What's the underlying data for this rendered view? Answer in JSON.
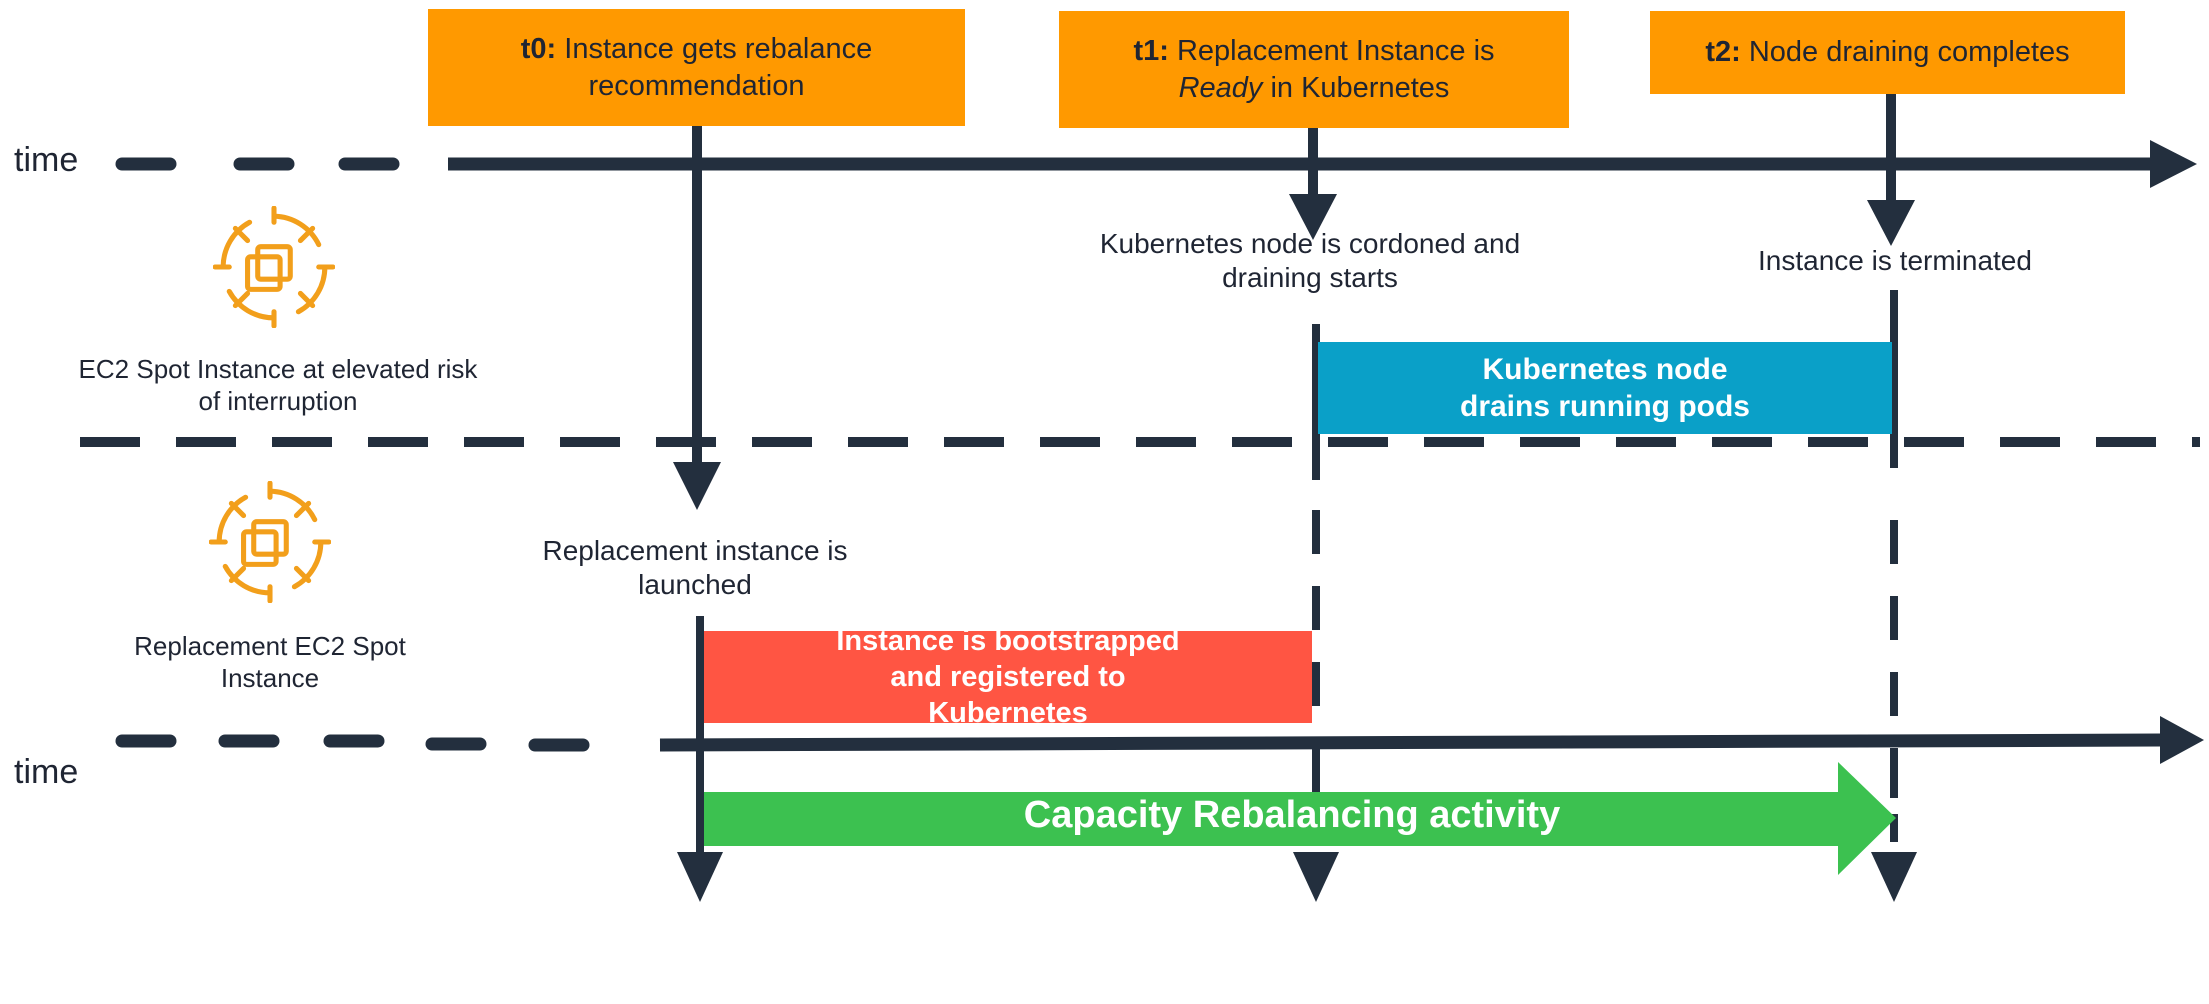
{
  "axes": {
    "top_time_label": "time",
    "bottom_time_label": "time"
  },
  "events": [
    {
      "key": "t0:",
      "text": "Instance gets rebalance recommendation"
    },
    {
      "key": "t1:",
      "text_before": "Replacement Instance is",
      "text_italic": "Ready",
      "text_after": "in Kubernetes"
    },
    {
      "key": "t2:",
      "text": "Node draining completes"
    }
  ],
  "annotations": {
    "cordoned": "Kubernetes node is cordoned and draining starts",
    "terminated": "Instance is terminated",
    "launched": "Replacement instance is launched"
  },
  "bars": {
    "drain": "Kubernetes node drains running pods",
    "bootstrap": "Instance is bootstrapped and registered to Kubernetes",
    "activity": "Capacity Rebalancing activity"
  },
  "lanes": {
    "top_caption": "EC2 Spot Instance at elevated risk of interruption",
    "bottom_caption": "Replacement EC2 Spot Instance",
    "icon": "ec2-spot-instance-icon"
  },
  "colors": {
    "event_box": "#ff9900",
    "drain_bar": "#0aa0c8",
    "bootstrap_bar": "#ff5543",
    "activity_arrow": "#3cc150",
    "line": "#232f3e",
    "icon": "#f29f1b"
  }
}
